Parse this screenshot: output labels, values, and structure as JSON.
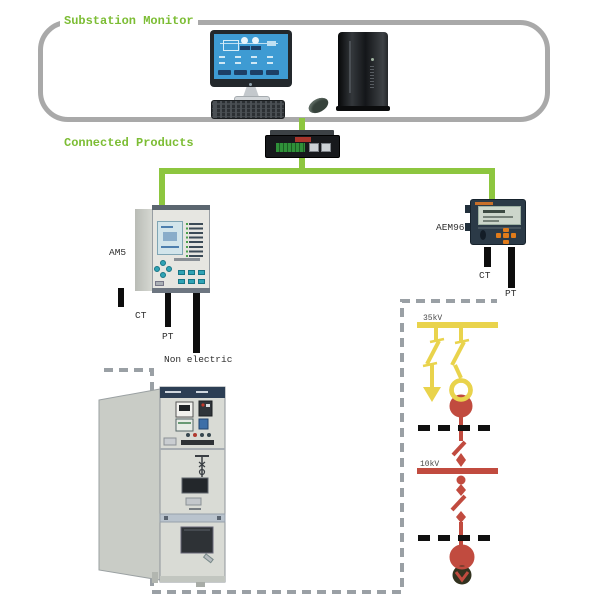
{
  "titles": {
    "monitor": "Substation Monitor",
    "products": "Connected Products"
  },
  "devices": {
    "am5": {
      "label": "AM5",
      "wires": [
        {
          "label": "CT"
        },
        {
          "label": "PT"
        },
        {
          "label": "Non electric"
        }
      ]
    },
    "aem96": {
      "label": "AEM96",
      "wires": [
        {
          "label": "CT"
        },
        {
          "label": "PT"
        }
      ]
    }
  },
  "diagram": {
    "bus_top": {
      "label": "35kV"
    },
    "bus_bottom": {
      "label": "10kV"
    }
  },
  "colors": {
    "accent_green": "#8dc63f",
    "enclosure_gray": "#a9a9a9",
    "dashed_gray": "#9aa0a5",
    "bus_35kv_yellow": "#e9d34c",
    "bus_10kv_red": "#c14b3f",
    "boundary_black": "#101010"
  }
}
